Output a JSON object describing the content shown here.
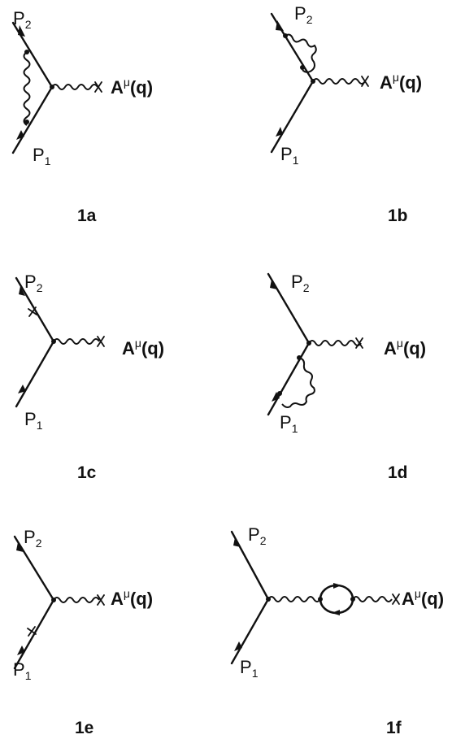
{
  "diagrams": [
    {
      "caption": "1a",
      "p2": "P",
      "p2_sub": "2",
      "p1": "P",
      "p1_sub": "1",
      "field": "A",
      "field_sup": "μ",
      "field_arg": "(q)"
    },
    {
      "caption": "1b",
      "p2": "P",
      "p2_sub": "2",
      "p1": "P",
      "p1_sub": "1",
      "field": "A",
      "field_sup": "μ",
      "field_arg": "(q)"
    },
    {
      "caption": "1c",
      "p2": "P",
      "p2_sub": "2",
      "p1": "P",
      "p1_sub": "1",
      "field": "A",
      "field_sup": "μ",
      "field_arg": "(q)"
    },
    {
      "caption": "1d",
      "p2": "P",
      "p2_sub": "2",
      "p1": "P",
      "p1_sub": "1",
      "field": "A",
      "field_sup": "μ",
      "field_arg": "(q)"
    },
    {
      "caption": "1e",
      "p2": "P",
      "p2_sub": "2",
      "p1": "P",
      "p1_sub": "1",
      "field": "A",
      "field_sup": "μ",
      "field_arg": "(q)"
    },
    {
      "caption": "1f",
      "p2": "P",
      "p2_sub": "2",
      "p1": "P",
      "p1_sub": "1",
      "field": "A",
      "field_sup": "μ",
      "field_arg": "(q)"
    }
  ]
}
